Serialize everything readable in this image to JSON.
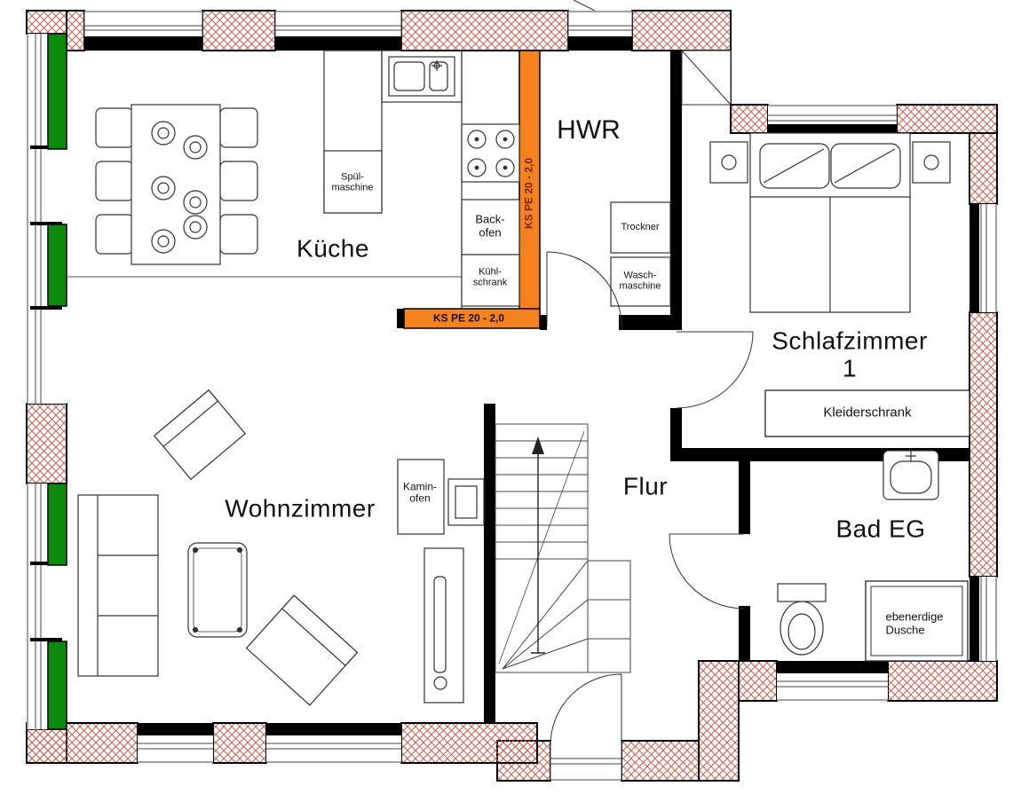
{
  "floorplan": {
    "rooms": {
      "kueche": "Küche",
      "hwr": "HWR",
      "schlafzimmer1": "Schlafzimmer 1",
      "wohnzimmer": "Wohnzimmer",
      "flur": "Flur",
      "bad_eg": "Bad EG"
    },
    "appliances": {
      "spuelmaschine": "Spül-\nmaschine",
      "backofen": "Back-\nofen",
      "kuehlschrank": "Kühl-\nschrank",
      "trockner": "Trockner",
      "waschmaschine": "Wasch-\nmaschine",
      "kleiderschrank": "Kleiderschrank",
      "kaminofen": "Kamin-\nofen",
      "dusche": "ebenerdige\nDusche"
    },
    "wall_labels": {
      "ks_pe_vertical": "KS PE 20 - 2,0",
      "ks_pe_horizontal": "KS PE 20 - 2,0"
    },
    "colors": {
      "window_green": "#0c8a0c",
      "wall_orange": "#f5821f",
      "hatch_red": "#cd5c4c",
      "wall_black": "#000000"
    }
  }
}
